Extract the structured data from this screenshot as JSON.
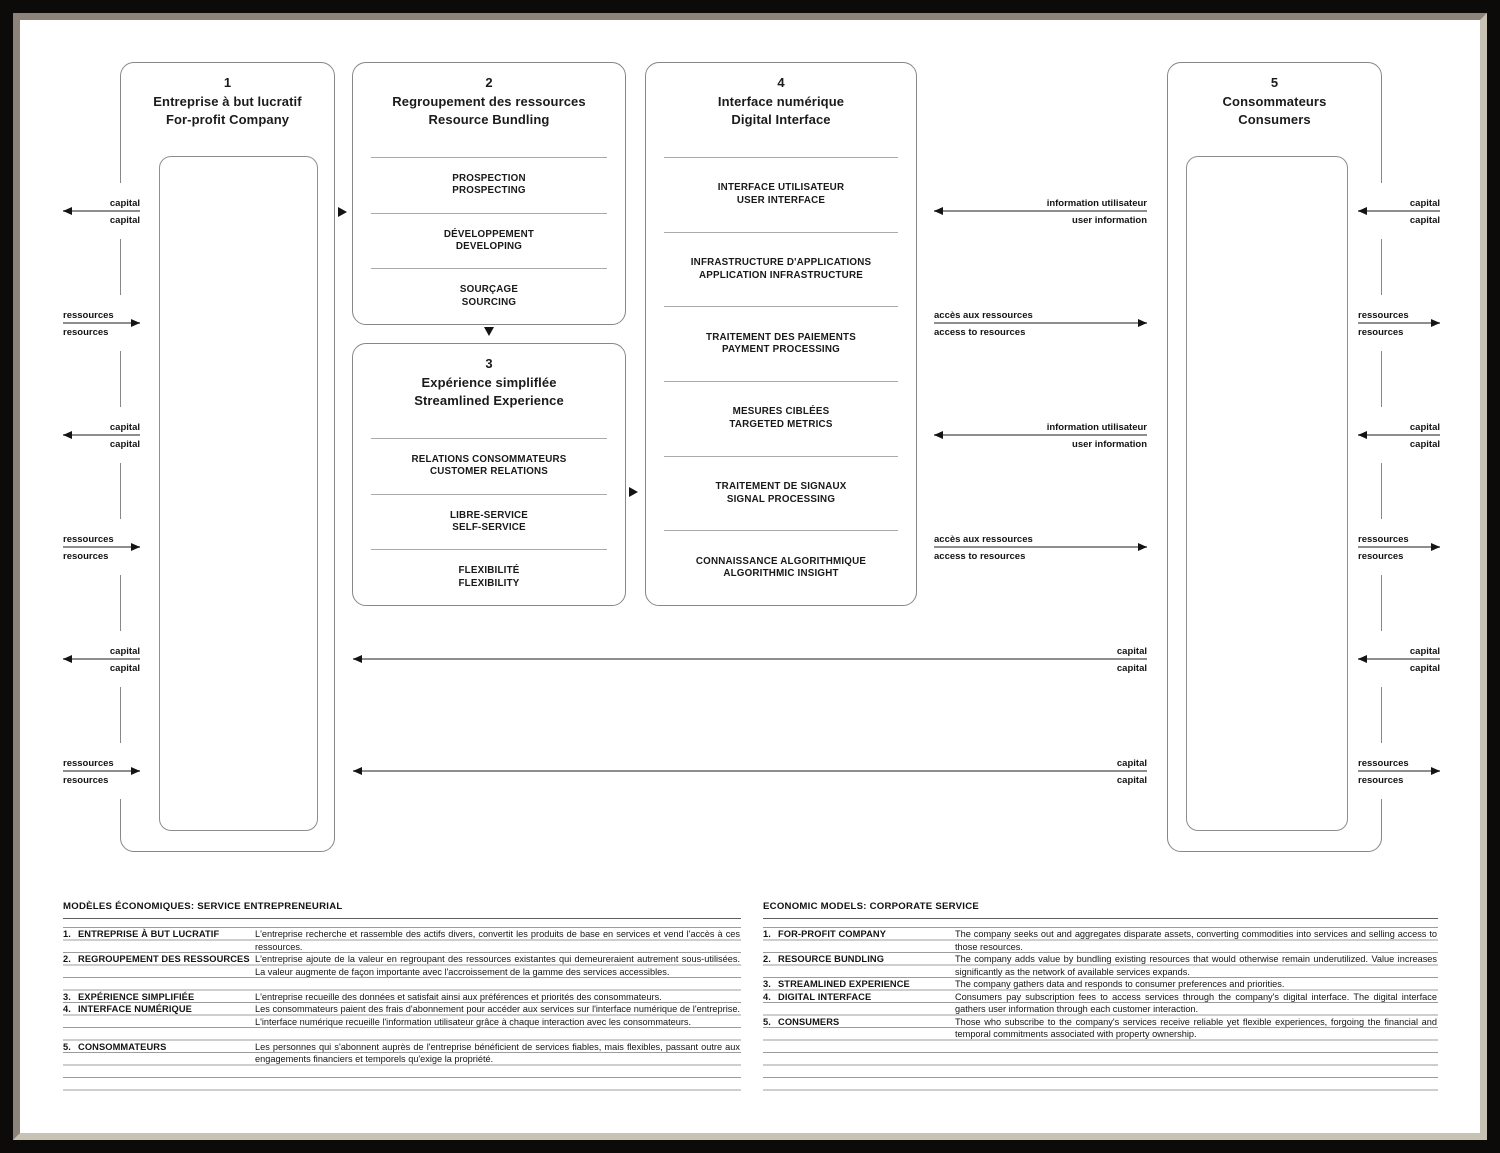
{
  "page": {
    "background": "#ffffff",
    "frame_black": "#0d0b09",
    "frame_bevel_dark": "#8c8478",
    "frame_bevel_light": "#c8c2b5",
    "line_color": "#8e8e8e",
    "text_color": "#161616"
  },
  "boxes": [
    {
      "number": "1",
      "title_fr": "Entreprise à but lucratif",
      "title_en": "For-profit Company",
      "has_inner_panel": true,
      "items": []
    },
    {
      "number": "2",
      "title_fr": "Regroupement des ressources",
      "title_en": "Resource Bundling",
      "has_inner_panel": false,
      "items": [
        {
          "fr": "PROSPECTION",
          "en": "PROSPECTING"
        },
        {
          "fr": "DÉVELOPPEMENT",
          "en": "DEVELOPING"
        },
        {
          "fr": "SOURÇAGE",
          "en": "SOURCING"
        }
      ]
    },
    {
      "number": "3",
      "title_fr": "Expérience simpliflée",
      "title_en": "Streamlined Experience",
      "has_inner_panel": false,
      "items": [
        {
          "fr": "RELATIONS CONSOMMATEURS",
          "en": "CUSTOMER RELATIONS"
        },
        {
          "fr": "LIBRE-SERVICE",
          "en": "SELF-SERVICE"
        },
        {
          "fr": "FLEXIBILITÉ",
          "en": "FLEXIBILITY"
        }
      ]
    },
    {
      "number": "4",
      "title_fr": "Interface numérique",
      "title_en": "Digital Interface",
      "has_inner_panel": false,
      "items": [
        {
          "fr": "INTERFACE UTILISATEUR",
          "en": "USER INTERFACE"
        },
        {
          "fr": "INFRASTRUCTURE D'APPLICATIONS",
          "en": "APPLICATION INFRASTRUCTURE"
        },
        {
          "fr": "TRAITEMENT DES PAIEMENTS",
          "en": "PAYMENT PROCESSING"
        },
        {
          "fr": "MESURES CIBLÉES",
          "en": "TARGETED METRICS"
        },
        {
          "fr": "TRAITEMENT DE SIGNAUX",
          "en": "SIGNAL PROCESSING"
        },
        {
          "fr": "CONNAISSANCE ALGORITHMIQUE",
          "en": "ALGORITHMIC INSIGHT"
        }
      ]
    },
    {
      "number": "5",
      "title_fr": "Consommateurs",
      "title_en": "Consumers",
      "has_inner_panel": true,
      "items": []
    }
  ],
  "flows": [
    {
      "side": "left",
      "row": 1,
      "dir": "left",
      "label_top": "capital",
      "label_bottom": "capital"
    },
    {
      "side": "left",
      "row": 2,
      "dir": "right",
      "label_top": "ressources",
      "label_bottom": "resources"
    },
    {
      "side": "left",
      "row": 3,
      "dir": "left",
      "label_top": "capital",
      "label_bottom": "capital"
    },
    {
      "side": "left",
      "row": 4,
      "dir": "right",
      "label_top": "ressources",
      "label_bottom": "resources"
    },
    {
      "side": "left",
      "row": 5,
      "dir": "left",
      "label_top": "capital",
      "label_bottom": "capital"
    },
    {
      "side": "left",
      "row": 6,
      "dir": "right",
      "label_top": "ressources",
      "label_bottom": "resources"
    },
    {
      "side": "middle",
      "row": 1,
      "dir": "left",
      "label_top": "information utilisateur",
      "label_bottom": "user information"
    },
    {
      "side": "middle",
      "row": 2,
      "dir": "right",
      "label_top": "accès aux ressources",
      "label_bottom": "access to resources"
    },
    {
      "side": "middle",
      "row": 3,
      "dir": "left",
      "label_top": "information utilisateur",
      "label_bottom": "user information"
    },
    {
      "side": "middle",
      "row": 4,
      "dir": "right",
      "label_top": "accès aux ressources",
      "label_bottom": "access to resources"
    },
    {
      "side": "long",
      "row": 5,
      "dir": "left",
      "label_top": "capital",
      "label_bottom": "capital"
    },
    {
      "side": "long",
      "row": 6,
      "dir": "left",
      "label_top": "capital",
      "label_bottom": "capital"
    },
    {
      "side": "right",
      "row": 1,
      "dir": "left",
      "label_top": "capital",
      "label_bottom": "capital"
    },
    {
      "side": "right",
      "row": 2,
      "dir": "right",
      "label_top": "ressources",
      "label_bottom": "resources"
    },
    {
      "side": "right",
      "row": 3,
      "dir": "left",
      "label_top": "capital",
      "label_bottom": "capital"
    },
    {
      "side": "right",
      "row": 4,
      "dir": "right",
      "label_top": "ressources",
      "label_bottom": "resources"
    },
    {
      "side": "right",
      "row": 5,
      "dir": "left",
      "label_top": "capital",
      "label_bottom": "capital"
    },
    {
      "side": "right",
      "row": 6,
      "dir": "right",
      "label_top": "ressources",
      "label_bottom": "resources"
    }
  ],
  "connectors": [
    {
      "from": "1",
      "to": "2",
      "dir": "right"
    },
    {
      "from": "2",
      "to": "3",
      "dir": "down"
    },
    {
      "from": "3",
      "to": "4",
      "dir": "right"
    }
  ],
  "legends": [
    {
      "title": "MODÈLES ÉCONOMIQUES: SERVICE ENTREPRENEURIAL",
      "items": [
        {
          "num": "1.",
          "term": "ENTREPRISE À BUT LUCRATIF",
          "desc": "L'entreprise recherche et rassemble des actifs divers, convertit les produits de base en services et vend l'accès à ces ressources."
        },
        {
          "num": "2.",
          "term": "REGROUPEMENT DES RESSOURCES",
          "desc": "L'entreprise ajoute de la valeur en regroupant des ressources existantes qui demeureraient autrement sous-utilisées. La valeur augmente de façon importante avec l'accroissement de la gamme des services accessibles."
        },
        {
          "num": "3.",
          "term": "EXPÉRIENCE SIMPLIFIÉE",
          "desc": "L'entreprise recueille des données et satisfait ainsi aux préférences et priorités des consommateurs."
        },
        {
          "num": "4.",
          "term": "INTERFACE NUMÉRIQUE",
          "desc": "Les consommateurs paient des frais d'abonnement pour accéder aux services sur l'interface numérique de l'entreprise. L'interface numérique recueille l'information utilisateur grâce à chaque interaction avec les consommateurs."
        },
        {
          "num": "5.",
          "term": "CONSOMMATEURS",
          "desc": "Les personnes qui s'abonnent auprès de l'entreprise bénéficient de services fiables, mais flexibles, passant outre aux engagements financiers et temporels qu'exige la propriété."
        }
      ]
    },
    {
      "title": "ECONOMIC MODELS: CORPORATE SERVICE",
      "items": [
        {
          "num": "1.",
          "term": "FOR-PROFIT COMPANY",
          "desc": "The company seeks out and aggregates disparate assets, converting commodities into services and selling access to those resources."
        },
        {
          "num": "2.",
          "term": "RESOURCE BUNDLING",
          "desc": "The company adds value by bundling existing resources that would otherwise remain underutilized. Value increases significantly as the network of available services expands."
        },
        {
          "num": "3.",
          "term": "STREAMLINED EXPERIENCE",
          "desc": "The company gathers data and responds to consumer preferences and priorities."
        },
        {
          "num": "4.",
          "term": "DIGITAL INTERFACE",
          "desc": "Consumers pay subscription fees to access services through the company's digital interface. The digital interface gathers user information through each customer interaction."
        },
        {
          "num": "5.",
          "term": "CONSUMERS",
          "desc": "Those who subscribe to the company's services receive reliable yet flexible experiences, forgoing the financial and temporal commitments associated with property ownership."
        }
      ]
    }
  ]
}
